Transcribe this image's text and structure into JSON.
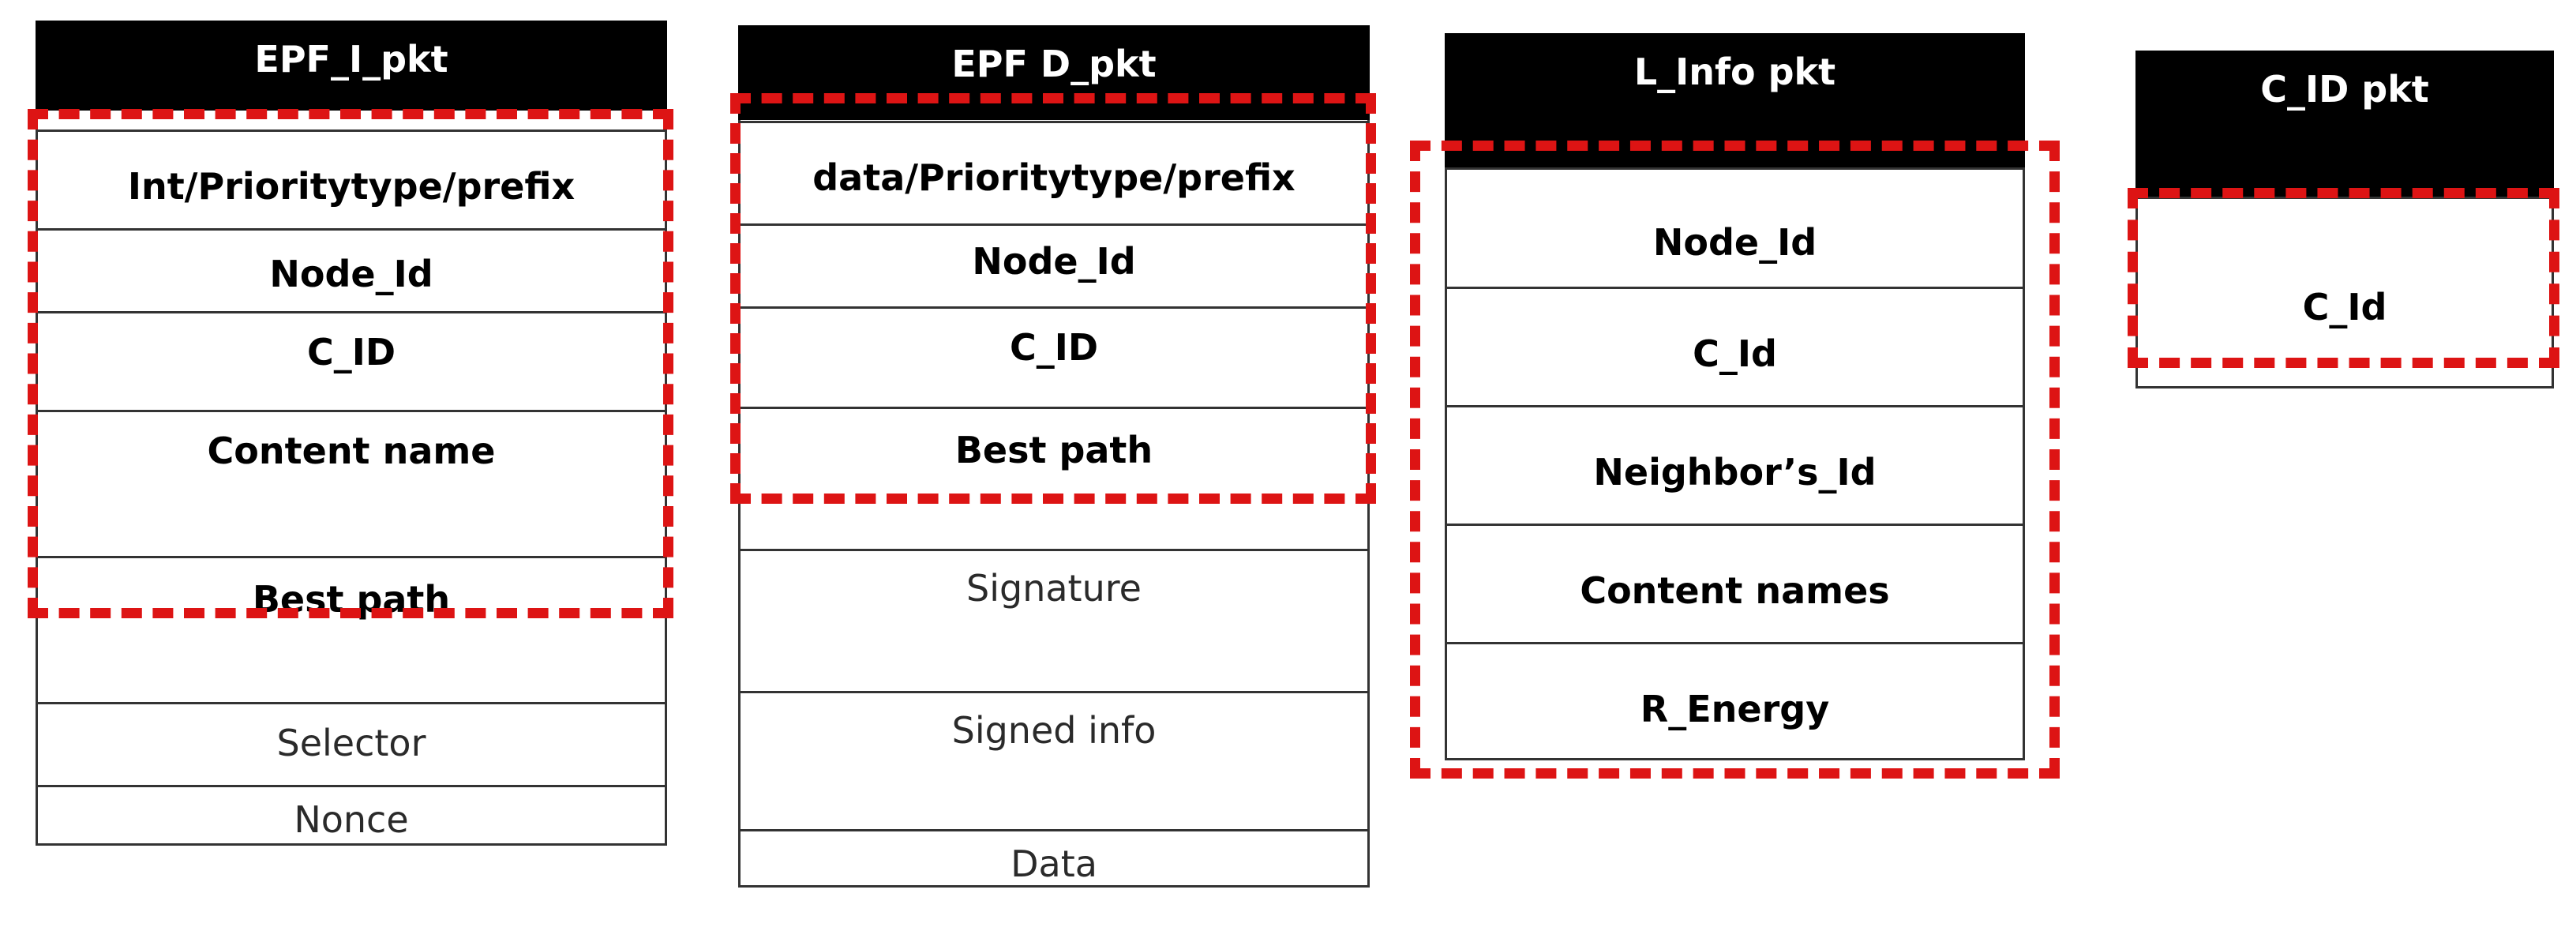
{
  "accent_color": "#dd1414",
  "tables": [
    {
      "title": "EPF_I_pkt",
      "fields": [
        "Int/Prioritytype/prefix",
        "Node_Id",
        "C_ID",
        "Content name",
        "Best path",
        "",
        "Selector",
        "Nonce"
      ]
    },
    {
      "title": "EPF D_pkt",
      "fields": [
        "data/Prioritytype/prefix",
        "Node_Id",
        "C_ID",
        "Best path",
        "Signature",
        "Signed info",
        "Data"
      ]
    },
    {
      "title": "L_Info pkt",
      "fields": [
        "Node_Id",
        "C_Id",
        "Neighbor’s_Id",
        "Content names",
        "R_Energy"
      ]
    },
    {
      "title": "C_ID pkt",
      "fields": [
        "C_Id"
      ]
    }
  ]
}
